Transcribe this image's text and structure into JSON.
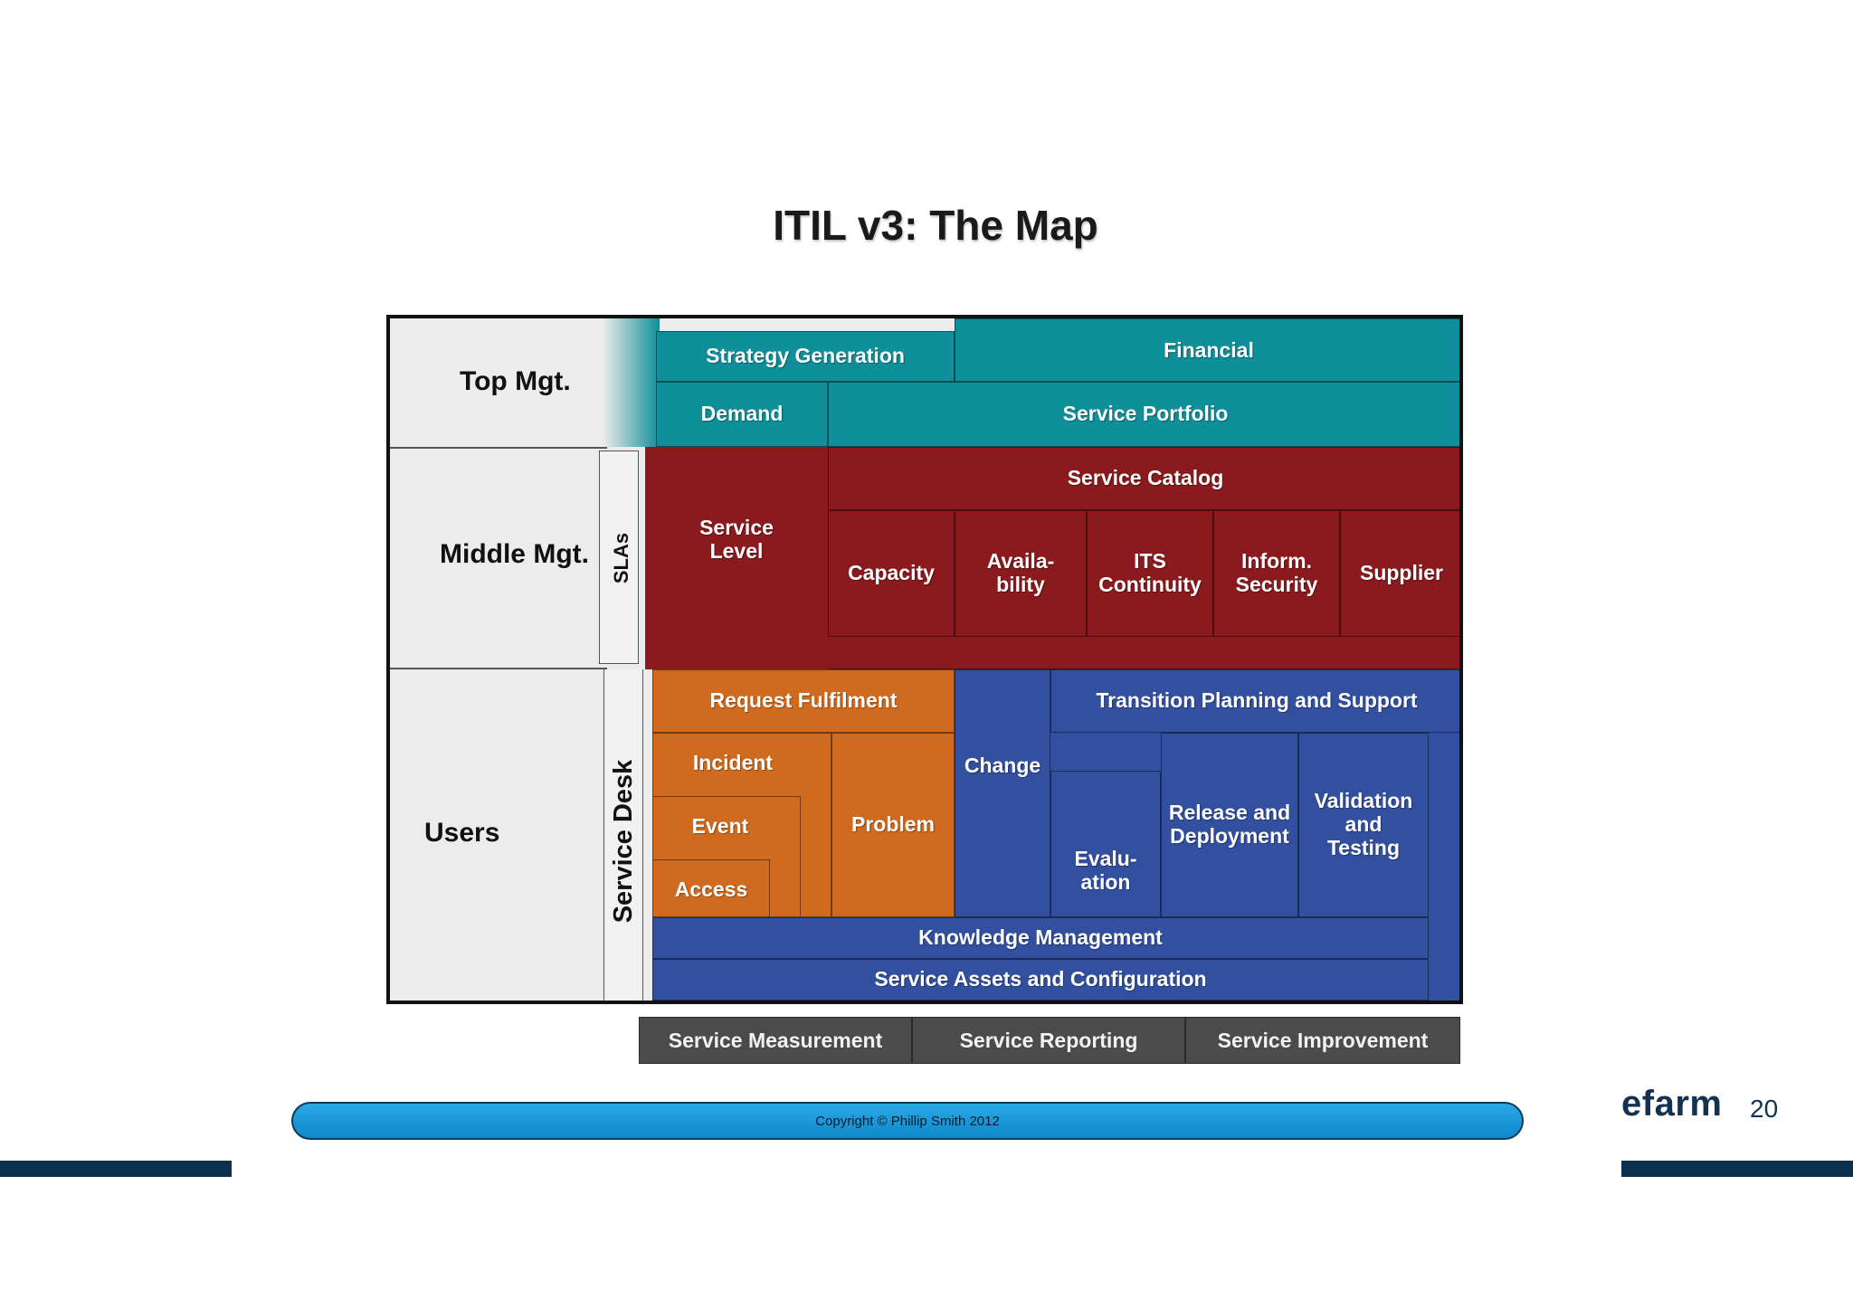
{
  "title": "ITIL v3: The Map",
  "levels": {
    "top": "Top Mgt.",
    "middle": "Middle Mgt.",
    "users": "Users"
  },
  "side": {
    "slas": "SLAs",
    "service_desk": "Service Desk"
  },
  "strategy": {
    "strategy_generation": "Strategy Generation",
    "financial": "Financial",
    "demand": "Demand",
    "service_portfolio": "Service Portfolio"
  },
  "design": {
    "service_catalog": "Service Catalog",
    "service_level": "Service Level",
    "capacity": "Capacity",
    "availability": "Availa-bility",
    "its_continuity": "ITS Continuity",
    "inform_security": "Inform. Security",
    "supplier": "Supplier"
  },
  "operation": {
    "request_fulfilment": "Request Fulfilment",
    "incident": "Incident",
    "event": "Event",
    "access": "Access",
    "problem": "Problem"
  },
  "transition": {
    "change": "Change",
    "planning_support": "Transition Planning and Support",
    "evaluation": "Evalu-ation",
    "release_deployment": "Release and Deployment",
    "validation_testing": "Validation and Testing",
    "knowledge_management": "Knowledge Management",
    "service_assets_config": "Service Assets and Configuration"
  },
  "improvement": {
    "measurement": "Service Measurement",
    "reporting": "Service Reporting",
    "improvement": "Service Improvement"
  },
  "footer": {
    "copyright": "Copyright © Phillip Smith 2012",
    "logo": "efarm",
    "page_number": "20"
  },
  "colors": {
    "strategy": "#0f8f99",
    "design": "#8a1a1d",
    "operation": "#d06a1e",
    "transition": "#3350a0",
    "improvement": "#4b4b4b",
    "footer_bar": "#1a9fde",
    "brand_dark": "#0b2f4d"
  }
}
